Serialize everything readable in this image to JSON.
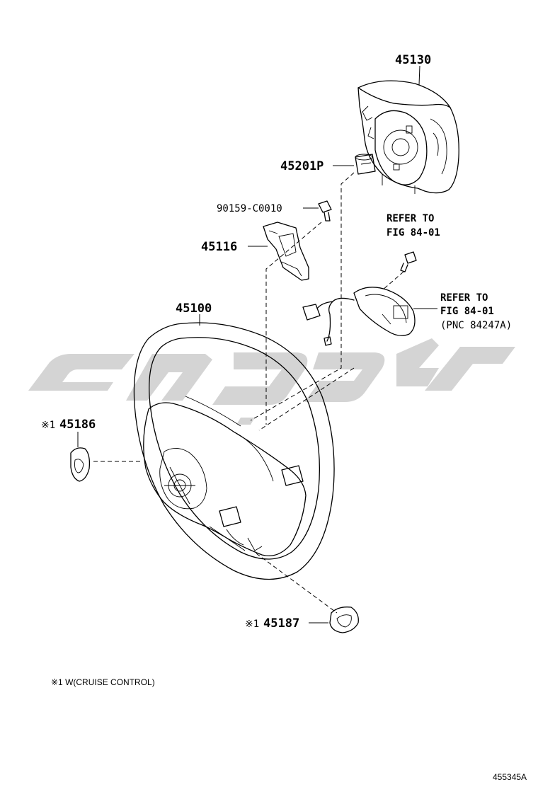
{
  "labels": {
    "airbag": "45130",
    "nut": "45201P",
    "bolt": "90159-C0010",
    "cover": "45116",
    "wheel": "45100",
    "switch_left": "45186",
    "switch_left_mark": "※1",
    "switch_right": "45187",
    "switch_right_mark": "※1"
  },
  "references": {
    "ref1_line1": "REFER TO",
    "ref1_line2": "FIG 84-01",
    "ref2_line1": "REFER TO",
    "ref2_line2": "FIG 84-01",
    "ref2_line3": "(PNC 84247A)"
  },
  "footnote": "※1 W(CRUISE CONTROL)",
  "illustration_code": "455345A",
  "watermark": {
    "color": "#c4c4c4"
  }
}
